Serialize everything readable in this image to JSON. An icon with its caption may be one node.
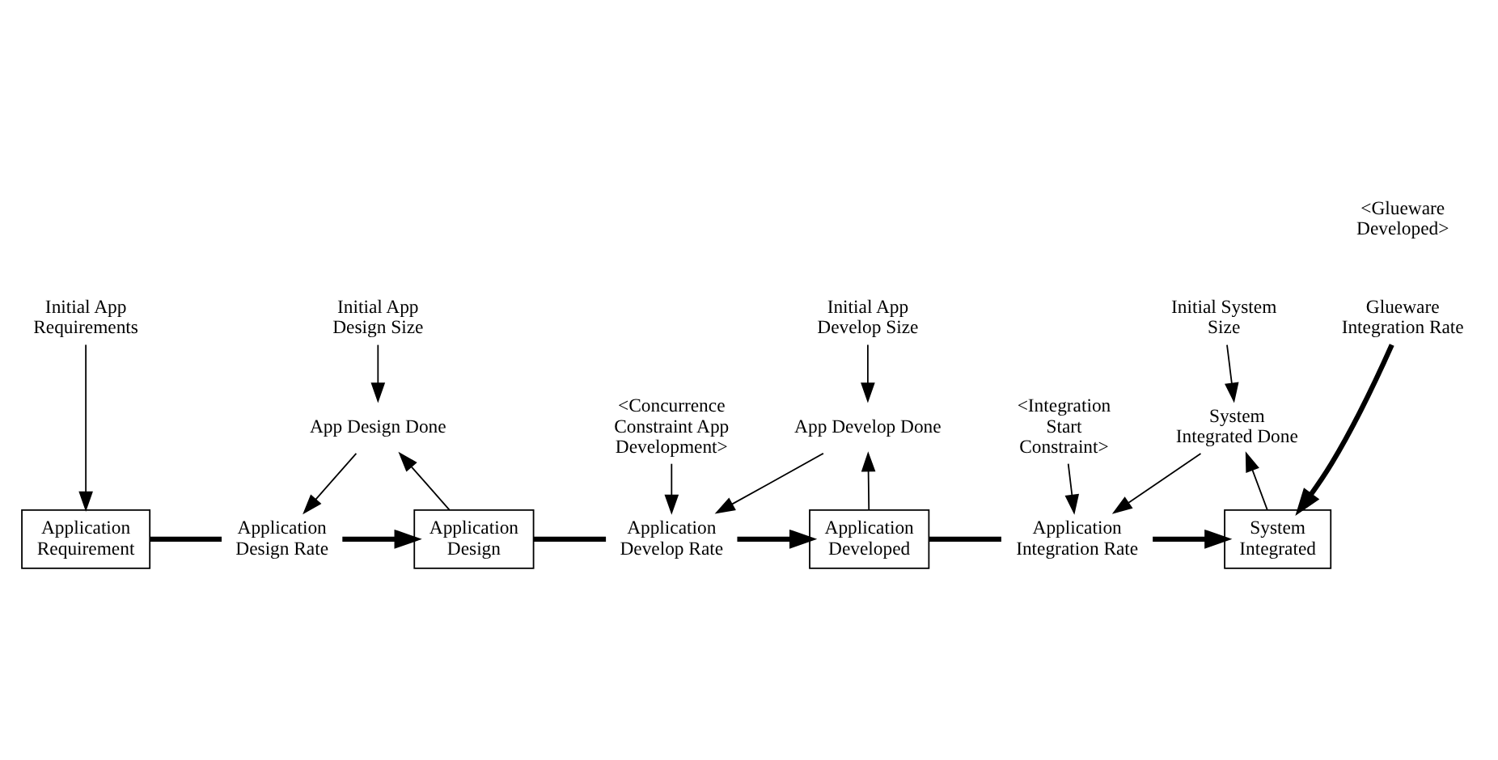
{
  "diagram": {
    "nodes": [
      {
        "text": [
          "Initial App Design Size"
        ]
      },
      {
        "text": [
          "Initial App Requirements"
        ]
      },
      {
        "text": [
          "App Design Done"
        ]
      },
      {
        "text": [
          "Application Requirement"
        ]
      },
      {
        "text": [
          "Application Design Rate"
        ]
      },
      {
        "text": [
          "Application Design"
        ]
      },
      {
        "text": [
          "Initial App Develop Size"
        ]
      },
      {
        "text": [
          "App Develop Done"
        ]
      },
      {
        "text": [
          "Application Develop Rate"
        ]
      },
      {
        "text": [
          "Application Developed"
        ]
      },
      {
        "text": [
          "Initial System Size"
        ]
      },
      {
        "text": [
          "System Integrated Done"
        ]
      },
      {
        "text": [
          "Application Integration Rate"
        ]
      },
      {
        "text": [
          "System Integrated"
        ]
      },
      {
        "text": [
          "Glueware Integration Rate"
        ]
      },
      {
        "text": [
          "<Concurrence Constraint App Development>"
        ]
      },
      {
        "text": [
          "<Integration Start Constraint>"
        ]
      }
    ],
    "edges": [
      {
        "from": 0,
        "to": 2,
        "arrow": "to"
      },
      {
        "from": 1,
        "to": 3,
        "arrow": "to"
      },
      {
        "from": 2,
        "to": 4,
        "arrow": "to"
      },
      {
        "from": 5,
        "to": 2,
        "arrow": "to"
      },
      {
        "from": 3,
        "to": 4,
        "arrow": "none",
        "style": "thick"
      },
      {
        "from": 4,
        "to": 5,
        "arrow": "to",
        "style": "thick"
      },
      {
        "from": 6,
        "to": 7,
        "arrow": "to"
      },
      {
        "from": 7,
        "to": 8,
        "arrow": "to"
      },
      {
        "from": 9,
        "to": 7,
        "arrow": "to"
      },
      {
        "from": 5,
        "to": 8,
        "arrow": "none",
        "style": "thick"
      },
      {
        "from": 8,
        "to": 9,
        "arrow": "to",
        "style": "thick"
      },
      {
        "from": 15,
        "to": 8,
        "arrow": "to"
      },
      {
        "from": 10,
        "to": 11,
        "arrow": "to"
      },
      {
        "from": 11,
        "to": 12,
        "arrow": "to"
      },
      {
        "from": 13,
        "to": 11,
        "arrow": "to"
      },
      {
        "from": 9,
        "to": 12,
        "arrow": "none",
        "style": "thick"
      },
      {
        "from": 12,
        "to": 13,
        "arrow": "to",
        "style": "thick"
      },
      {
        "from": 14,
        "to": 13,
        "arrow": "to",
        "style": "thick"
      },
      {
        "from": 16,
        "to": 12,
        "arrow": "to"
      }
    ],
    "labels": [
      "<Glueware Developed>"
    ]
  }
}
